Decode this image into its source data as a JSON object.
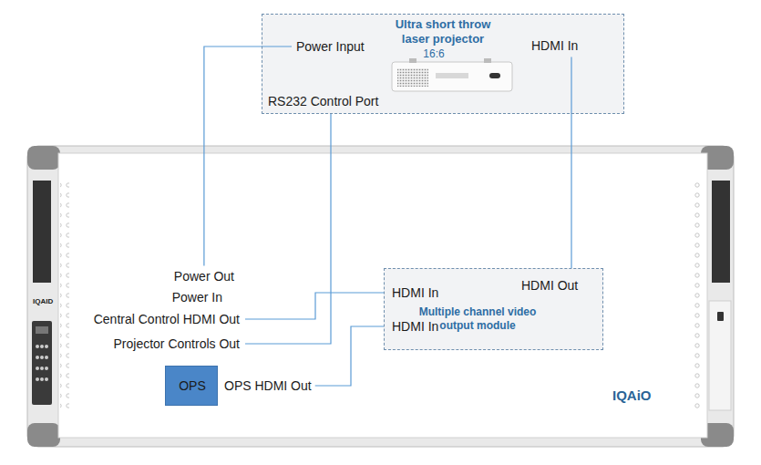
{
  "diagram": {
    "nodes": [
      {
        "text": [
          "Power Input",
          "Ultra short throw laser projector",
          "16:6",
          "HDMI In",
          "RS232 Control Port"
        ]
      },
      {
        "text": [
          "IQAID",
          "Power Out",
          "Power In",
          "Central Control HDMI Out",
          "Projector Controls Out",
          "IQAiO"
        ]
      },
      {
        "text": [
          "HDMI In",
          "HDMI In",
          "HDMI Out",
          "Multiple channel video output module"
        ],
        "in": 1
      },
      {
        "text": [
          "OPS",
          "OPS HDMI Out"
        ],
        "in": 1
      }
    ],
    "edges": [
      {
        "from": 1,
        "to": 0,
        "arrow": "none"
      },
      {
        "from": 1,
        "to": 2,
        "arrow": "none"
      },
      {
        "from": 1,
        "to": 0,
        "arrow": "none"
      },
      {
        "from": 3,
        "to": 2,
        "arrow": "none"
      },
      {
        "from": 2,
        "to": 0,
        "arrow": "none"
      }
    ]
  }
}
